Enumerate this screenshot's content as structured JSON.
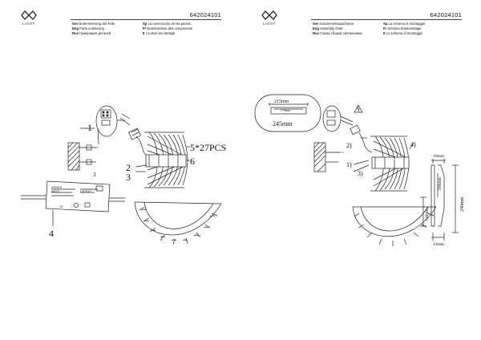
{
  "logo": {
    "text": "LIGHT"
  },
  "left_page": {
    "code": "642024101",
    "legend": [
      [
        "Ger",
        "Nummerierung der Teile",
        "Sp",
        "La numeración de las piezas"
      ],
      [
        "Eng",
        "Parts numbering",
        "Fr",
        "Numérotation des composants"
      ],
      [
        "Rus",
        "Нумерация деталей",
        "It",
        "I numeri dei dettagli"
      ]
    ],
    "labels": {
      "part1": "1",
      "part2": "2",
      "part3": "3",
      "part4": "4",
      "part5": "5*27PCS",
      "part6": "6"
    },
    "driver_text": [
      "DRIVER",
      "INPUT",
      "OUTPUT",
      "CE"
    ]
  },
  "right_page": {
    "code": "642024101",
    "legend": [
      [
        "Ger",
        "Zusammenbauschema",
        "Sp",
        "La schema di montaggio"
      ],
      [
        "Eng",
        "Assembly chart",
        "Fr",
        "Schéma d'assemblage"
      ],
      [
        "Rus",
        "Схема сборки светильника",
        "It",
        "Lo schema di montaggio"
      ]
    ],
    "dimensions": {
      "top_width": "215mm",
      "top_inner": "170mm",
      "width": "245mm",
      "depth_top": "10mm",
      "height_main": "240mm",
      "height_inner": "100mm",
      "height_lower": "140mm",
      "depth_bottom": "13mm"
    },
    "steps": {
      "s1": "1)",
      "s2": "2)",
      "s3": "3)",
      "s4": "4)"
    }
  }
}
